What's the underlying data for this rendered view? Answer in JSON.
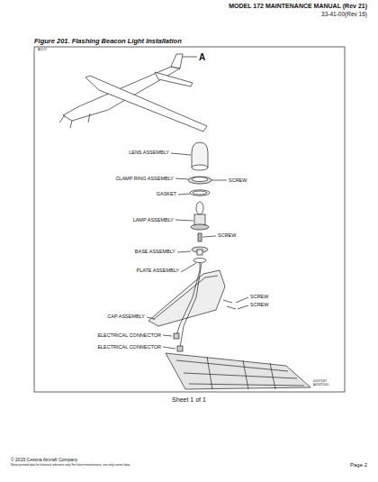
{
  "diagram": {
    "title": "Figure 201. Flashing Beacon Light Installation",
    "labels": [
      "MODEL 172 MAINTENANCE MANUAL (Rev 21)",
      "33-41-00(Rev 16)",
      "A1172",
      "A",
      "LENS ASSEMBLY",
      "CLAMP RING ASSEMBLY",
      "SCREW",
      "GASKET",
      "LAMP ASSEMBLY",
      "SCREW",
      "BASE ASSEMBLY",
      "PLATE ASSEMBLY",
      "SCREW",
      "SCREW",
      "CAP ASSEMBLY",
      "ELECTRICAL CONNECTOR",
      "ELECTRICAL CONNECTOR",
      "0510T1097",
      "A0518T1010",
      "Sheet 1 of 1",
      "© 2015 Cessna Aircraft Company",
      "Retain printed data for historical reference only. For future maintenance, use only current data.",
      "Page 2"
    ]
  }
}
